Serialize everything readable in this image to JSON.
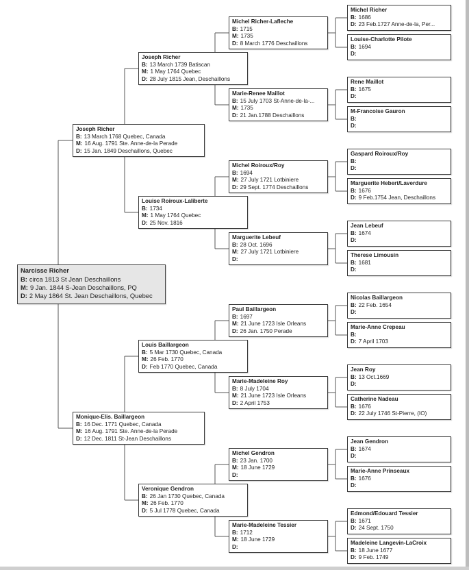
{
  "people": [
    {
      "id": "p1",
      "name": "Narcisse Richer",
      "lines": [
        [
          "B:",
          "circa 1813 St Jean Deschaillons"
        ],
        [
          "M:",
          "9 Jan. 1844 S-Jean Deschaillons, PQ"
        ],
        [
          "D:",
          "2 May 1864 St. Jean Deschaillons, Quebec"
        ]
      ]
    },
    {
      "id": "p2",
      "name": "Joseph Richer",
      "lines": [
        [
          "B:",
          "13 March 1768 Quebec, Canada"
        ],
        [
          "M:",
          "16 Aug. 1791 Ste. Anne-de-la Perade"
        ],
        [
          "D:",
          "15 Jan. 1849 Deschaillons, Quebec"
        ]
      ]
    },
    {
      "id": "p3",
      "name": "Monique-Elis. Baillargeon",
      "lines": [
        [
          "B:",
          "16 Dec. 1771 Quebec, Canada"
        ],
        [
          "M:",
          "16 Aug. 1791 Ste. Anne-de-la Perade"
        ],
        [
          "D:",
          "12 Dec. 1811 St-Jean Deschaillons"
        ]
      ]
    },
    {
      "id": "p4",
      "name": "Joseph Richer",
      "lines": [
        [
          "B:",
          "13 March 1739 Batiscan"
        ],
        [
          "M:",
          "1 May 1764 Quebec"
        ],
        [
          "D:",
          "28 July 1815 Jean, Deschaillons"
        ]
      ]
    },
    {
      "id": "p5",
      "name": "Louise Roiroux-Laliberte",
      "lines": [
        [
          "B:",
          "1734"
        ],
        [
          "M:",
          "1 May 1764 Quebec"
        ],
        [
          "D:",
          "25 Nov. 1816"
        ]
      ]
    },
    {
      "id": "p6",
      "name": "Louis Baillargeon",
      "lines": [
        [
          "B:",
          "5 Mar 1730 Quebec, Canada"
        ],
        [
          "M:",
          "26 Feb. 1770"
        ],
        [
          "D:",
          "Feb 1770 Quebec, Canada"
        ]
      ]
    },
    {
      "id": "p7",
      "name": "Veronique Gendron",
      "lines": [
        [
          "B:",
          "26 Jan 1730 Quebec, Canada"
        ],
        [
          "M:",
          "26 Feb. 1770"
        ],
        [
          "D:",
          "5 Jul 1778 Quebec, Canada"
        ]
      ]
    },
    {
      "id": "p8",
      "name": "Michel Richer-Lafleche",
      "lines": [
        [
          "B:",
          "1715"
        ],
        [
          "M:",
          "1735"
        ],
        [
          "D:",
          "8 March 1776 Deschaillons"
        ]
      ]
    },
    {
      "id": "p9",
      "name": "Marie-Renee Maillot",
      "lines": [
        [
          "B:",
          "15 July 1703 St-Anne-de-la-..."
        ],
        [
          "M:",
          "1735"
        ],
        [
          "D:",
          "21 Jan.1788 Deschaillons"
        ]
      ]
    },
    {
      "id": "p10",
      "name": "Michel Roiroux/Roy",
      "lines": [
        [
          "B:",
          "1694"
        ],
        [
          "M:",
          "27 July 1721 Lotbiniere"
        ],
        [
          "D:",
          "29 Sept. 1774 Deschaillons"
        ]
      ]
    },
    {
      "id": "p11",
      "name": "Marguerite Lebeuf",
      "lines": [
        [
          "B:",
          "28 Oct. 1696"
        ],
        [
          "M:",
          "27 July 1721 Lotbiniere"
        ],
        [
          "D:",
          ""
        ]
      ]
    },
    {
      "id": "p12",
      "name": "Paul Baillargeon",
      "lines": [
        [
          "B:",
          "1697"
        ],
        [
          "M:",
          "21 June 1723 Isle Orleans"
        ],
        [
          "D:",
          "26 Jan. 1750 Perade"
        ]
      ]
    },
    {
      "id": "p13",
      "name": "Marie-Madeleine Roy",
      "lines": [
        [
          "B:",
          "8 July 1704"
        ],
        [
          "M:",
          "21 June 1723 Isle Orleans"
        ],
        [
          "D:",
          "2 April 1753"
        ]
      ]
    },
    {
      "id": "p14",
      "name": "Michel Gendron",
      "lines": [
        [
          "B:",
          "23 Jan. 1700"
        ],
        [
          "M:",
          "18 June 1729"
        ],
        [
          "D:",
          ""
        ]
      ]
    },
    {
      "id": "p15",
      "name": "Marie-Madeleine Tessier",
      "lines": [
        [
          "B:",
          "1712"
        ],
        [
          "M:",
          "18 June 1729"
        ],
        [
          "D:",
          ""
        ]
      ]
    },
    {
      "id": "p16",
      "name": "Michel Richer",
      "lines": [
        [
          "B:",
          "1686"
        ],
        [
          "D:",
          "23 Feb.1727 Anne-de-la, Per..."
        ]
      ]
    },
    {
      "id": "p17",
      "name": "Louise-Charlotte Pilote",
      "lines": [
        [
          "B:",
          "1694"
        ],
        [
          "D:",
          ""
        ]
      ]
    },
    {
      "id": "p18",
      "name": "Rene Maillot",
      "lines": [
        [
          "B:",
          "1675"
        ],
        [
          "D:",
          ""
        ]
      ]
    },
    {
      "id": "p19",
      "name": "M-Francoise Gauron",
      "lines": [
        [
          "B:",
          ""
        ],
        [
          "D:",
          ""
        ]
      ]
    },
    {
      "id": "p20",
      "name": "Gaspard Roiroux/Roy",
      "lines": [
        [
          "B:",
          ""
        ],
        [
          "D:",
          ""
        ]
      ]
    },
    {
      "id": "p21",
      "name": "Marguerite Hebert/Laverdure",
      "lines": [
        [
          "B:",
          "1676"
        ],
        [
          "D:",
          "9 Feb.1754 Jean, Deschaillons"
        ]
      ]
    },
    {
      "id": "p22",
      "name": "Jean Lebeuf",
      "lines": [
        [
          "B:",
          "1674"
        ],
        [
          "D:",
          ""
        ]
      ]
    },
    {
      "id": "p23",
      "name": "Therese Limousin",
      "lines": [
        [
          "B:",
          "1681"
        ],
        [
          "D:",
          ""
        ]
      ]
    },
    {
      "id": "p24",
      "name": "Nicolas Baillargeon",
      "lines": [
        [
          "B:",
          "22 Feb. 1654"
        ],
        [
          "D:",
          ""
        ]
      ]
    },
    {
      "id": "p25",
      "name": "Marie-Anne Crepeau",
      "lines": [
        [
          "B:",
          ""
        ],
        [
          "D:",
          "7 April 1703"
        ]
      ]
    },
    {
      "id": "p26",
      "name": "Jean Roy",
      "lines": [
        [
          "B:",
          "13 Oct.1669"
        ],
        [
          "D:",
          ""
        ]
      ]
    },
    {
      "id": "p27",
      "name": "Catherine Nadeau",
      "lines": [
        [
          "B:",
          "1676"
        ],
        [
          "D:",
          "22 July 1746 St-Pierre, (IO)"
        ]
      ]
    },
    {
      "id": "p28",
      "name": "Jean Gendron",
      "lines": [
        [
          "B:",
          "1674"
        ],
        [
          "D:",
          ""
        ]
      ]
    },
    {
      "id": "p29",
      "name": "Marie-Anne Prinseaux",
      "lines": [
        [
          "B:",
          "1676"
        ],
        [
          "D:",
          ""
        ]
      ]
    },
    {
      "id": "p30",
      "name": "Edmond/Edouard Tessier",
      "lines": [
        [
          "B:",
          "1671"
        ],
        [
          "D:",
          "24 Sept. 1750"
        ]
      ]
    },
    {
      "id": "p31",
      "name": "Madeleine Langevin-LaCroix",
      "lines": [
        [
          "B:",
          "18 June 1677"
        ],
        [
          "D:",
          "9 Feb. 1749"
        ]
      ]
    }
  ]
}
